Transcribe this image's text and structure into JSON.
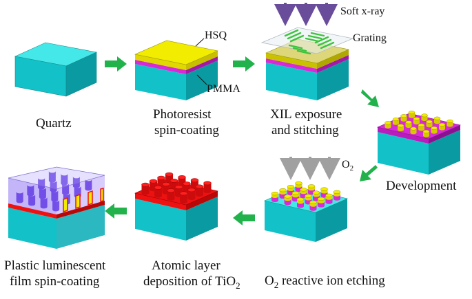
{
  "steps": {
    "quartz": "Quartz",
    "spin_coat_1": "Photoresist",
    "spin_coat_2": "spin-coating",
    "xil_1": "XIL exposure",
    "xil_2": "and stitching",
    "development": "Development",
    "rie_prefix": "O",
    "rie_sub": "2",
    "rie_suffix": " reactive ion etching",
    "ald_1": "Atomic layer",
    "ald_2_prefix": "deposition of TiO",
    "ald_2_sub": "2",
    "plastic_1": "Plastic luminescent",
    "plastic_2": "film spin-coating"
  },
  "labels": {
    "hsq": "HSQ",
    "pmma": "PMMA",
    "soft_xray": "Soft x-ray",
    "grating": "Grating",
    "o2_prefix": "O",
    "o2_sub": "2"
  },
  "colors": {
    "quartz_top": "#45e8e8",
    "quartz_front": "#12c2c8",
    "quartz_side": "#0a9aa2",
    "hsq_top": "#f2ec00",
    "pmma": "#d62ad6",
    "pmma_dark": "#a418a8",
    "tio2": "#ee1111",
    "tio2_dark": "#b80808",
    "arrow_green": "#22b24c",
    "xray_arrow": "#6a4d9a",
    "o2_arrow": "#a0a0a0",
    "grating_green": "#3cc43c"
  }
}
